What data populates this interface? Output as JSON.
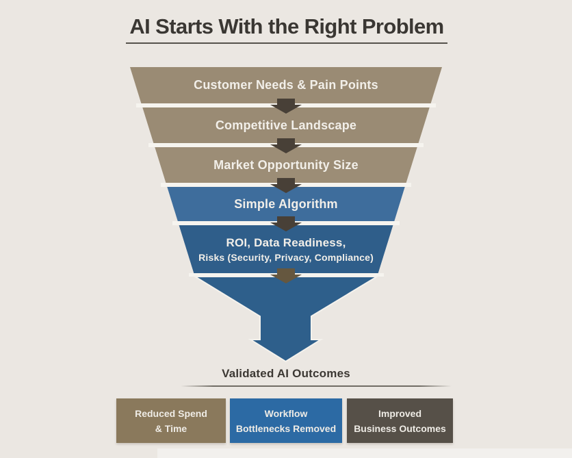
{
  "page": {
    "background": "#ebe7e2"
  },
  "header": {
    "title": "AI Starts With the Right Problem"
  },
  "funnel": {
    "stages": [
      {
        "label": "Customer Needs & Pain Points",
        "color": "#9a8b74"
      },
      {
        "label": "Competitive Landscape",
        "color": "#9a8b74"
      },
      {
        "label": "Market Opportunity Size",
        "color": "#9c8d76"
      },
      {
        "label": "Simple Algorithm",
        "color": "#3e6d9c"
      },
      {
        "label_line1": "ROI, Data Readiness,",
        "label_line2": "Risks (Security, Privacy, Compliance)",
        "color": "#2f5e8a"
      }
    ],
    "connector_color": "#484037",
    "spout_connector_color": "#65573f",
    "spout_color": "#2e5f8b",
    "separator_color": "#f6f4ef",
    "outlet_label": "Validated AI Outcomes"
  },
  "outcomes": {
    "cards": [
      {
        "line1": "Reduced Spend",
        "line2": "& Time",
        "color": "#8a795c"
      },
      {
        "line1": "Workflow",
        "line2": "Bottlenecks Removed",
        "color": "#2c6aa4"
      },
      {
        "line1": "Improved",
        "line2": "Business Outcomes",
        "color": "#565048"
      }
    ]
  }
}
